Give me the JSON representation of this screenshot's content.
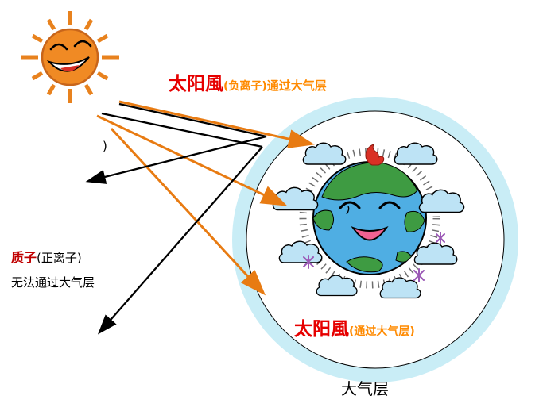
{
  "labels": {
    "solar_wind_top": {
      "term": "太阳風",
      "subscript": "(负离子)",
      "suffix": "通过大气层"
    },
    "stray_paren": ")",
    "proton": {
      "term": "质子",
      "subscript": "(正离子)",
      "note": "无法通过大气层"
    },
    "solar_wind_bottom": {
      "term": "太阳風",
      "subscript": "(通过大气层)"
    },
    "atmosphere": "大气层"
  },
  "colors": {
    "sun_body": "#f08a24",
    "sun_outline": "#c8651a",
    "ray_orange": "#e8821e",
    "arrow_orange": "#e87b12",
    "arrow_black": "#000000",
    "term_red": "#e60000",
    "label_orange": "#ff8a00",
    "proton_red": "#c00000",
    "atmosphere_ring": "#c9edf6",
    "earth_ocean": "#4faee3",
    "earth_land": "#3e9b42",
    "cloud_fill": "#bde3f5",
    "mouth_pink": "#f06292",
    "sparkle_purple": "#9b59b6",
    "flame_red": "#d93025"
  },
  "icons": {
    "sun": "sun-icon",
    "earth": "earth-icon",
    "cloud": "cloud-icon",
    "sparkle": "sparkle-icon",
    "flame": "flame-icon"
  }
}
